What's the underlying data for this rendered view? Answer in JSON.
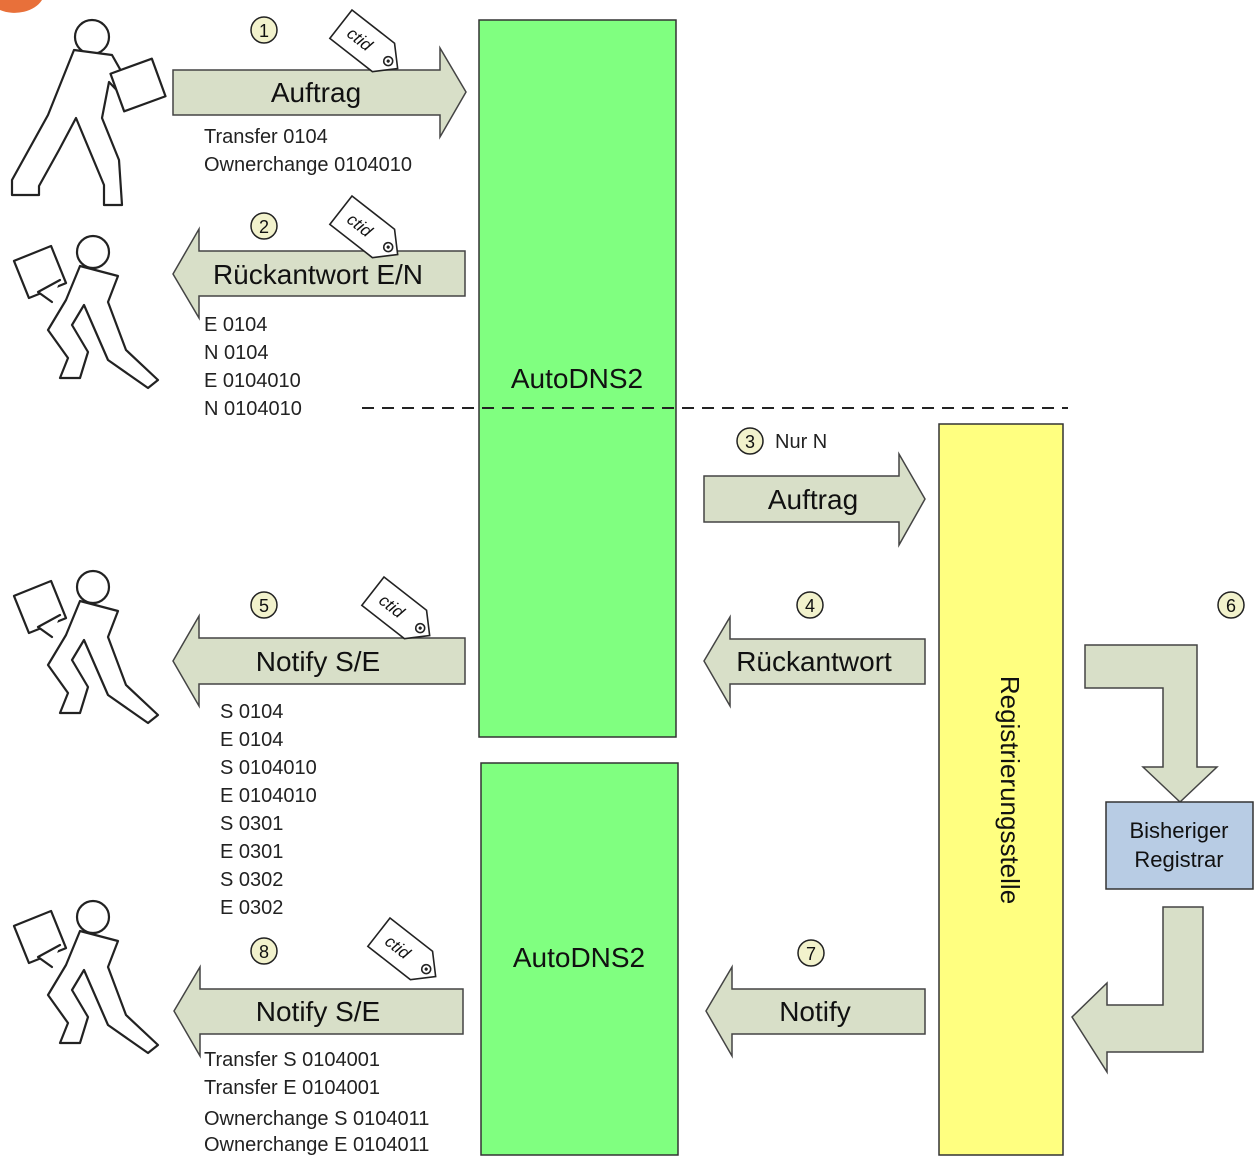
{
  "system_top": "AutoDNS2",
  "system_bottom": "AutoDNS2",
  "registry": "Registrierungsstelle",
  "prev_registrar_line1": "Bisheriger",
  "prev_registrar_line2": "Registrar",
  "tag": "ctid",
  "step1": {
    "number": "1",
    "label": "Auftrag",
    "notes": [
      "Transfer 0104",
      "Ownerchange 0104010"
    ]
  },
  "step2": {
    "number": "2",
    "label": "Rückantwort E/N",
    "notes": [
      "E 0104",
      "N 0104",
      "E 0104010",
      "N 0104010"
    ]
  },
  "step3": {
    "number": "3",
    "label": "Auftrag",
    "note": "Nur N"
  },
  "step4": {
    "number": "4",
    "label": "Rückantwort"
  },
  "step5": {
    "number": "5",
    "label": "Notify S/E",
    "notes": [
      "S 0104",
      "E 0104",
      "S 0104010",
      "E 0104010",
      "S 0301",
      "E 0301",
      "S 0302",
      "E 0302"
    ]
  },
  "step6": {
    "number": "6"
  },
  "step7": {
    "number": "7",
    "label": "Notify"
  },
  "step8": {
    "number": "8",
    "label": "Notify S/E",
    "notes": [
      "Transfer S 0104001",
      "Transfer E 0104001"
    ],
    "notes2": [
      "Ownerchange S 0104011",
      "Ownerchange E 0104011"
    ]
  },
  "colors": {
    "autodns": "#80ff80",
    "registry": "#ffff80",
    "arrow": "#d8dfc8",
    "registrar": "#b8cce4",
    "badge": "#f2f2cc"
  }
}
